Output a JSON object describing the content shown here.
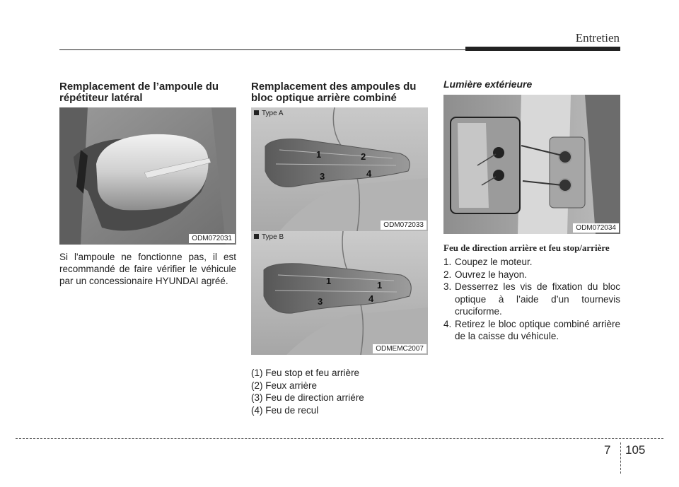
{
  "header": {
    "title": "Entretien"
  },
  "col1": {
    "title": "Remplacement de l’ampoule du répétiteur latéral",
    "image_code": "ODM072031",
    "body": "Si l'ampoule ne fonctionne pas, il est recommandé de faire vérifier le véhicule par un concessionaire HYUNDAI agréé."
  },
  "col2": {
    "title": "Remplacement des ampoules du bloc optique arrière combiné",
    "image_a": {
      "type_label": "Type A",
      "code": "ODM072033",
      "markers": [
        "1",
        "2",
        "3",
        "4"
      ]
    },
    "image_b": {
      "type_label": "Type B",
      "code": "ODMEMC2007",
      "markers": [
        "1",
        "1",
        "3",
        "4"
      ]
    },
    "legend": [
      "(1) Feu stop et feu arrière",
      "(2) Feux arrière",
      "(3) Feu de direction arriére",
      "(4) Feu de recul"
    ]
  },
  "col3": {
    "title": "Lumière extérieure",
    "image_code": "ODM072034",
    "subtitle": "Feu de direction arrière et feu stop/arrière",
    "steps": [
      {
        "num": "1.",
        "text": "Coupez le moteur."
      },
      {
        "num": "2.",
        "text": "Ouvrez le hayon."
      },
      {
        "num": "3.",
        "text": "Desserrez les vis de fixation du bloc optique à l’aide d’un tournevis cruciforme."
      },
      {
        "num": "4.",
        "text": "Retirez le bloc optique combiné arrière de la caisse du véhicule."
      }
    ]
  },
  "footer": {
    "chapter": "7",
    "page": "105"
  }
}
